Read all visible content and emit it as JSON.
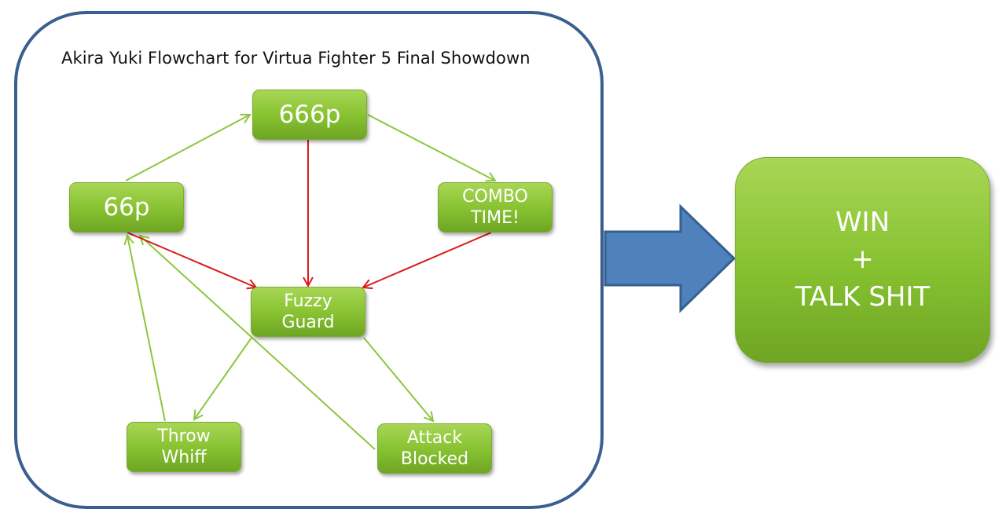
{
  "title": "Akira Yuki Flowchart for Virtua Fighter 5 Final Showdown",
  "nodes": {
    "n666p": "666p",
    "n66p": "66p",
    "combo": "COMBO\nTIME!",
    "fuzzy": "Fuzzy\nGuard",
    "throw": "Throw\nWhiff",
    "attack": "Attack\nBlocked",
    "win": "WIN\n+\nTALK SHIT"
  },
  "colors": {
    "node_fill": "#86c130",
    "green_arrow": "#8cc63f",
    "red_arrow": "#d91a1a",
    "frame_border": "#3a5f8f",
    "big_arrow": "#4f81bd"
  }
}
